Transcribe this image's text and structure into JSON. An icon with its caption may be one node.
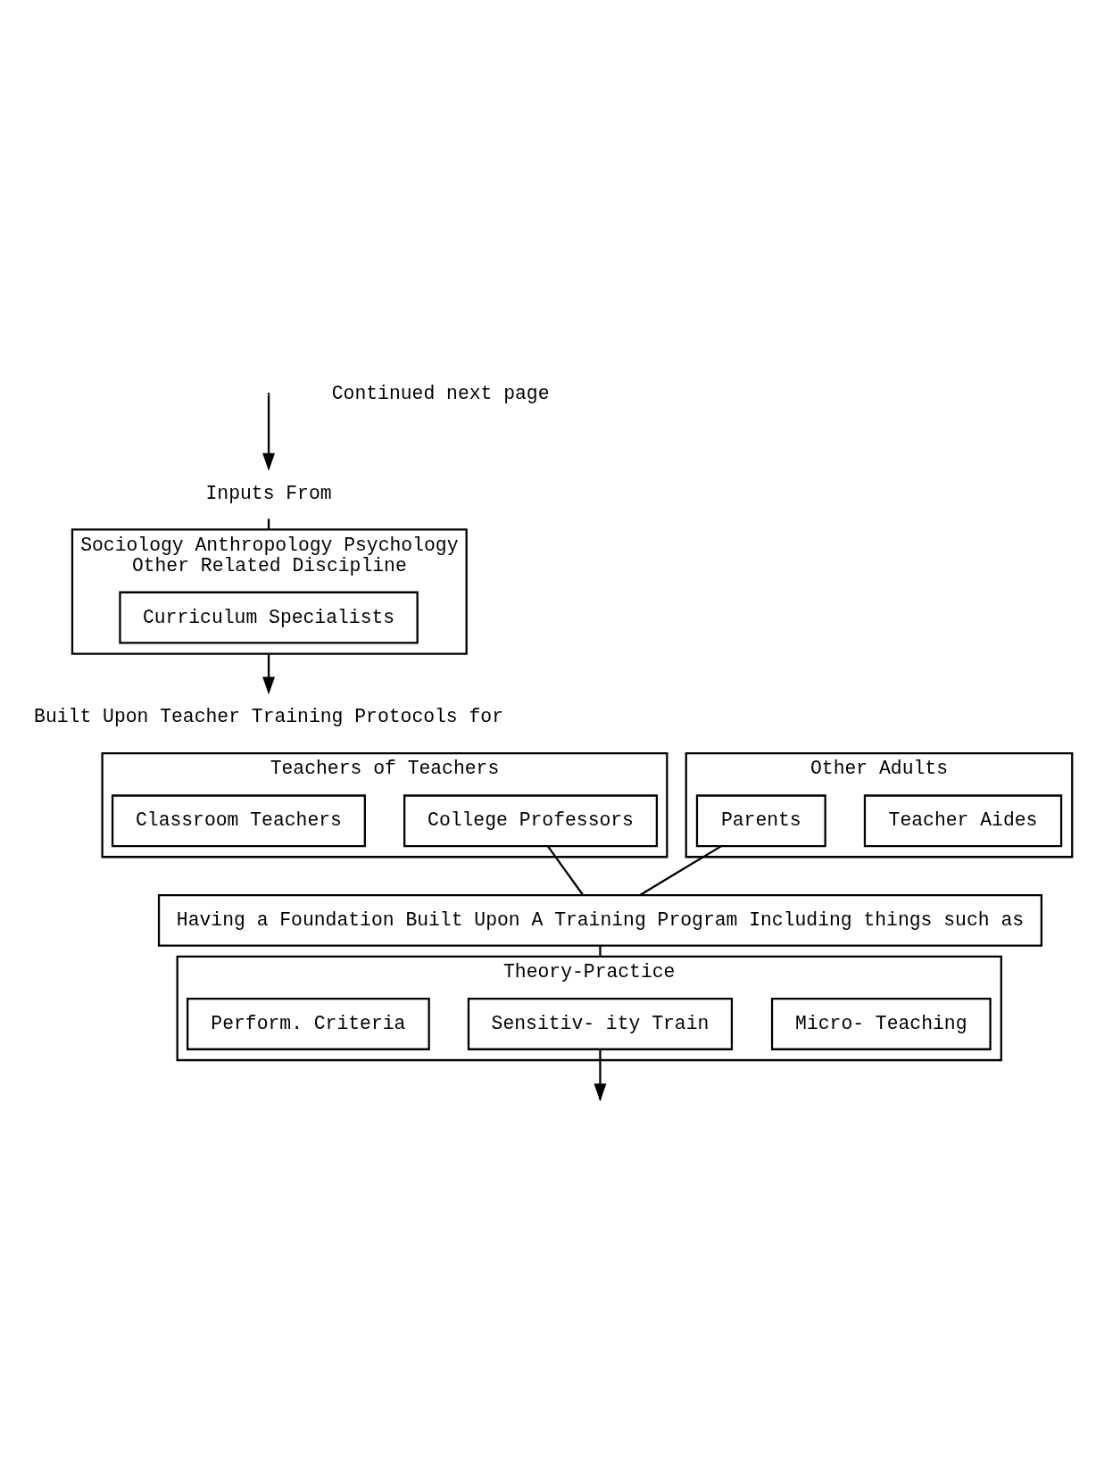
{
  "diagram": {
    "nodes": [
      {
        "text": [
          "Inputs From"
        ]
      },
      {
        "text": [
          "Sociology Anthropology Psychology",
          "Other Related Discipline"
        ]
      },
      {
        "text": [
          "Curriculum Specialists"
        ],
        "in": 1
      },
      {
        "text": [
          "Built Upon Teacher Training Protocols for"
        ]
      },
      {
        "text": [
          "Teachers of Teachers"
        ]
      },
      {
        "text": [
          "College Professors"
        ],
        "in": 4
      },
      {
        "text": [
          "Classroom Teachers"
        ],
        "in": 4
      },
      {
        "text": [
          "Other Adults"
        ]
      },
      {
        "text": [
          "Teacher Aides"
        ],
        "in": 7
      },
      {
        "text": [
          "Parents"
        ],
        "in": 7
      },
      {
        "text": [
          "Having a Foundation Built Upon A Training Program Including things such as"
        ]
      },
      {
        "text": [
          "Theory-Practice"
        ]
      },
      {
        "text": [
          "Micro- Teaching"
        ],
        "in": 11
      },
      {
        "text": [
          "Sensitiv- ity Train"
        ],
        "in": 11
      },
      {
        "text": [
          "Perform. Criteria"
        ],
        "in": 11
      }
    ],
    "edges": [
      {
        "from": null,
        "to": 0,
        "arrow": "to"
      },
      {
        "from": 0,
        "to": 1,
        "arrow": "none"
      },
      {
        "from": 1,
        "to": 3,
        "arrow": "to"
      },
      {
        "from": 5,
        "to": 10,
        "arrow": "none"
      },
      {
        "from": 9,
        "to": 10,
        "arrow": "none"
      },
      {
        "from": 10,
        "to": 11,
        "arrow": "none"
      },
      {
        "from": 13,
        "to": null,
        "arrow": "to"
      }
    ],
    "labels": [
      "Continued next page"
    ]
  }
}
